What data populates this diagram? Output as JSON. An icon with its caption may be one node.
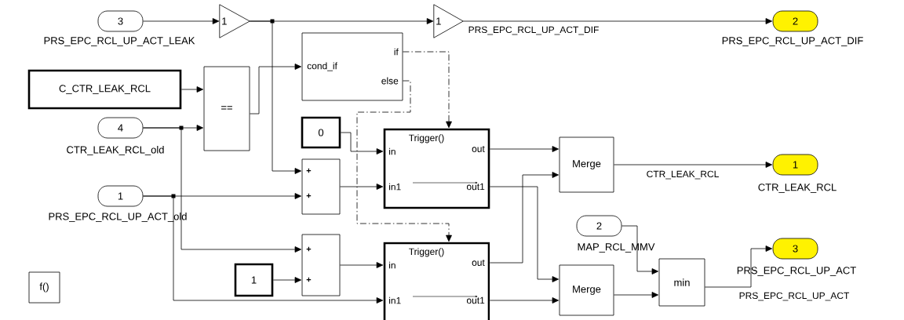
{
  "diagram": {
    "nodes": [
      {
        "text": [
          "3"
        ],
        "beside": [
          "PRS_EPC_RCL_UP_ACT_LEAK"
        ]
      },
      {
        "text": [
          "1"
        ]
      },
      {
        "text": [
          "1"
        ]
      },
      {
        "text": [
          "2"
        ],
        "beside": [
          "PRS_EPC_RCL_UP_ACT_DIF"
        ]
      },
      {
        "text": [
          "C_CTR_LEAK_RCL"
        ]
      },
      {
        "text": [
          "=="
        ]
      },
      {
        "text": [
          "cond_if",
          "if",
          "else"
        ]
      },
      {
        "text": [
          "4"
        ],
        "beside": [
          "CTR_LEAK_RCL_old"
        ]
      },
      {
        "text": [
          "0"
        ]
      },
      {
        "text": [
          "Trigger()",
          "in",
          "out",
          "in1",
          "out1"
        ]
      },
      {
        "text": [
          "+",
          "+"
        ]
      },
      {
        "text": [
          "1"
        ],
        "beside": [
          "PRS_EPC_RCL_UP_ACT_old"
        ]
      },
      {
        "text": [
          "Merge"
        ]
      },
      {
        "text": [
          "1"
        ],
        "beside": [
          "CTR_LEAK_RCL"
        ]
      },
      {
        "text": [
          "2"
        ],
        "beside": [
          "MAP_RCL_MMV"
        ]
      },
      {
        "text": [
          "+",
          "+"
        ]
      },
      {
        "text": [
          "1"
        ]
      },
      {
        "text": [
          "Trigger()",
          "in",
          "out",
          "in1",
          "out1"
        ]
      },
      {
        "text": [
          "3"
        ],
        "beside": [
          "PRS_EPC_RCL_UP_ACT"
        ]
      },
      {
        "text": [
          "Merge"
        ]
      },
      {
        "text": [
          "min"
        ]
      },
      {
        "text": [
          "f()"
        ]
      }
    ],
    "edges": [
      {
        "from": 0,
        "to": 1,
        "arrow": "to"
      },
      {
        "from": 1,
        "to": 2,
        "arrow": "to"
      },
      {
        "from": 2,
        "to": 3,
        "arrow": "to",
        "label": "PRS_EPC_RCL_UP_ACT_DIF"
      },
      {
        "from": 1,
        "to": 10,
        "arrow": "to"
      },
      {
        "from": 4,
        "to": 5,
        "arrow": "to"
      },
      {
        "from": 7,
        "to": 5,
        "arrow": "to"
      },
      {
        "from": 5,
        "to": 6,
        "arrow": "to"
      },
      {
        "from": 7,
        "to": 15,
        "arrow": "to"
      },
      {
        "from": 6,
        "to": 9,
        "arrow": "to",
        "style": "dashed"
      },
      {
        "from": 6,
        "to": 17,
        "arrow": "to",
        "style": "dashed"
      },
      {
        "from": 8,
        "to": 9,
        "arrow": "to"
      },
      {
        "from": 10,
        "to": 9,
        "arrow": "to"
      },
      {
        "from": 11,
        "to": 10,
        "arrow": "to"
      },
      {
        "from": 11,
        "to": 17,
        "arrow": "to"
      },
      {
        "from": 16,
        "to": 15,
        "arrow": "to"
      },
      {
        "from": 15,
        "to": 17,
        "arrow": "to"
      },
      {
        "from": 9,
        "to": 12,
        "arrow": "to"
      },
      {
        "from": 9,
        "to": 19,
        "arrow": "to"
      },
      {
        "from": 17,
        "to": 12,
        "arrow": "to"
      },
      {
        "from": 17,
        "to": 19,
        "arrow": "to"
      },
      {
        "from": 12,
        "to": 13,
        "arrow": "to",
        "label": "CTR_LEAK_RCL"
      },
      {
        "from": 14,
        "to": 20,
        "arrow": "to"
      },
      {
        "from": 19,
        "to": 20,
        "arrow": "to"
      },
      {
        "from": 20,
        "to": 18,
        "arrow": "to",
        "label": "PRS_EPC_RCL_UP_ACT"
      }
    ]
  }
}
